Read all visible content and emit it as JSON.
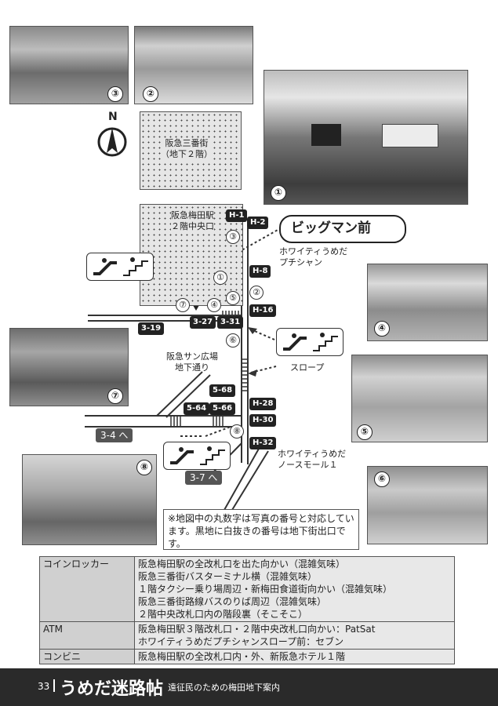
{
  "photos": {
    "p1": {
      "num": "①"
    },
    "p2": {
      "num": "②"
    },
    "p3": {
      "num": "③"
    },
    "p4": {
      "num": "④"
    },
    "p5": {
      "num": "⑤"
    },
    "p6": {
      "num": "⑥"
    },
    "p7": {
      "num": "⑦"
    },
    "p8": {
      "num": "⑧"
    }
  },
  "map": {
    "compass": "N",
    "hankyu_sanbangai": "阪急三番街\n（地下２階）",
    "umeda_station": "阪急梅田駅\n２階中央口",
    "bigman": "ビッグマン前",
    "whity_petit": "ホワイティうめだ\nプチシャン",
    "sun_hiroba": "阪急サン広場\n地下通り",
    "slope": "スロープ",
    "whity_north": "ホワイティうめだ\nノースモール１",
    "to_3_4": "3-4 へ",
    "to_3_7": "3-7 へ",
    "exits": [
      "H-1",
      "H-2",
      "H-8",
      "H-16",
      "H-28",
      "H-30",
      "H-32",
      "3-19",
      "3-27",
      "3-31",
      "5-68",
      "5-64",
      "5-66"
    ],
    "circle_nums": [
      "①",
      "②",
      "③",
      "④",
      "⑤",
      "⑥",
      "⑦",
      "⑧"
    ],
    "note": "※地図中の丸数字は写真の番号と対応しています。黒地に白抜きの番号は地下街出口です。"
  },
  "table": [
    {
      "key": "コインロッカー",
      "lines": [
        "阪急梅田駅の全改札口を出た向かい（混雑気味）",
        "阪急三番街バスターミナル横（混雑気味）",
        "１階タクシー乗り場周辺・新梅田食道街向かい（混雑気味）",
        "阪急三番街路線バスのりば周辺（混雑気味）",
        "２階中央改札口内の階段裏（そこそこ）"
      ]
    },
    {
      "key": "ATM",
      "lines": [
        "阪急梅田駅３階改札口・２階中央改札口向かい：PatSat",
        "ホワイティうめだプチシャンスロープ前：セブン"
      ]
    },
    {
      "key": "コンビニ",
      "lines": [
        "阪急梅田駅の全改札口内・外、新阪急ホテル１階"
      ]
    }
  ],
  "footer": {
    "page": "33",
    "title": "うめだ迷路帖",
    "subtitle": "遠征民のための梅田地下案内"
  }
}
